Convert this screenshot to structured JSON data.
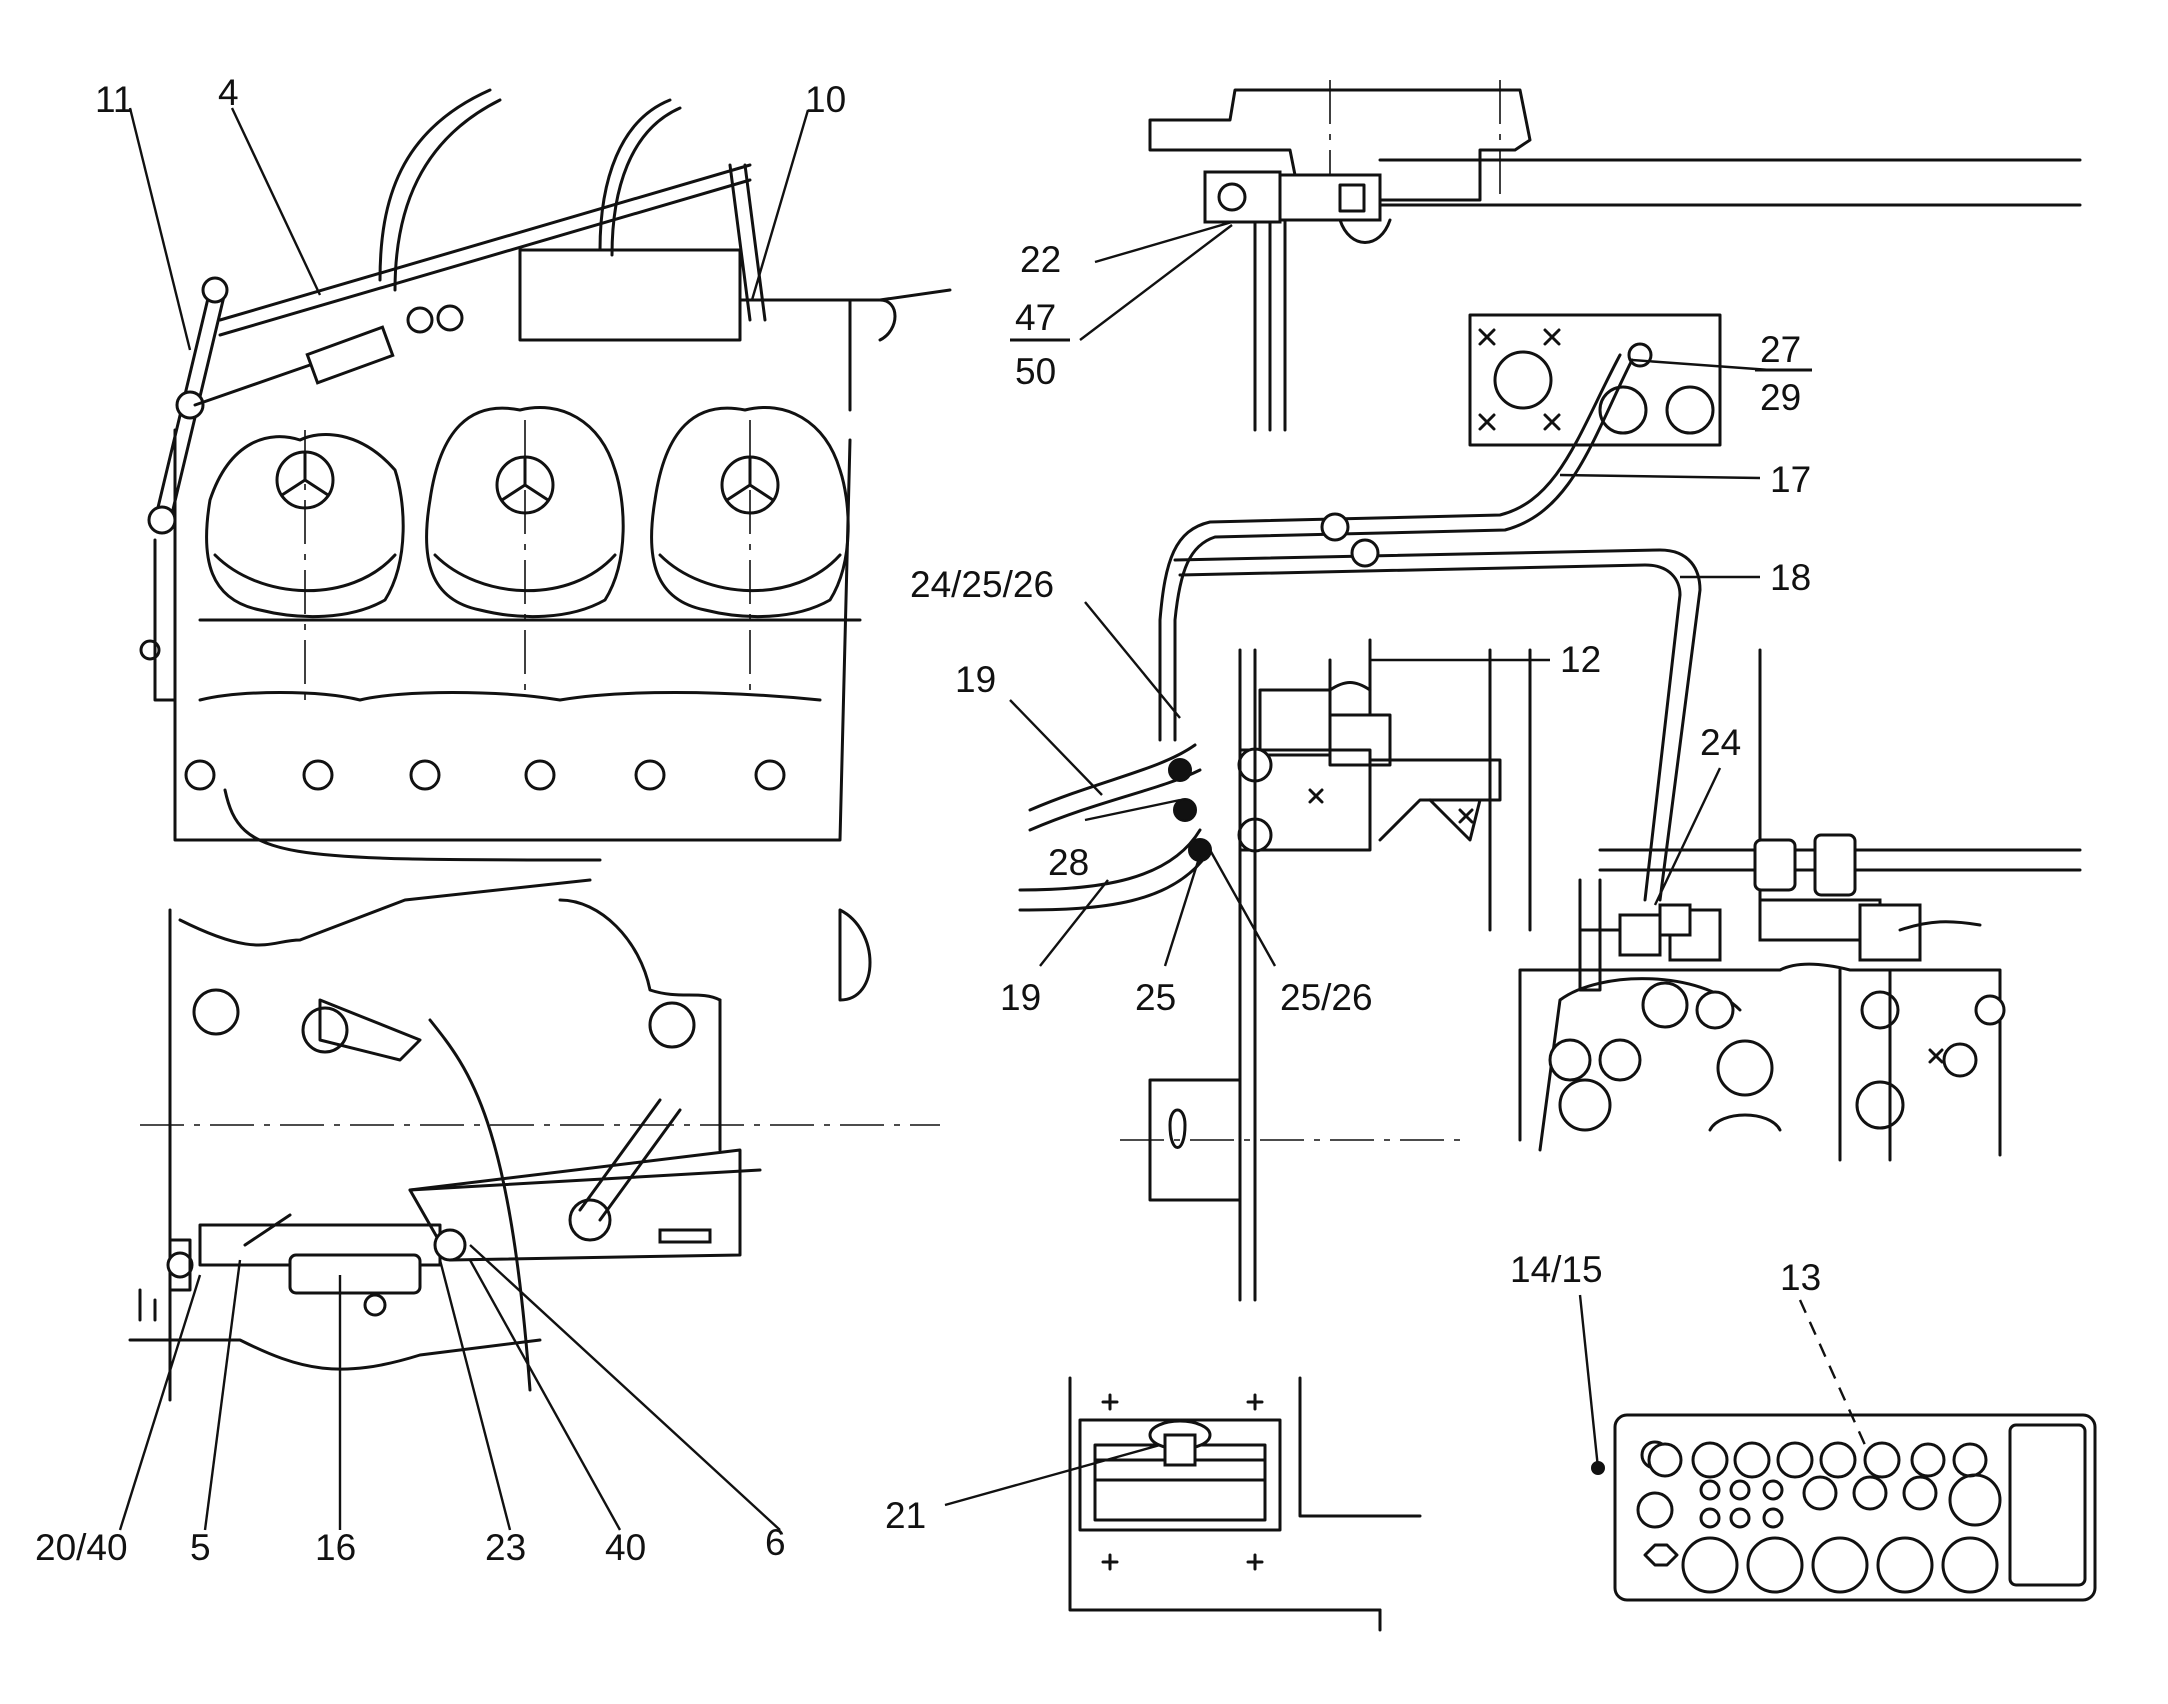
{
  "callouts": {
    "c11": "11",
    "c4": "4",
    "c10": "10",
    "c22": "22",
    "c47": "47",
    "c50": "50",
    "c27": "27",
    "c29": "29",
    "c17": "17",
    "c18": "18",
    "c24_25_26": "24/25/26",
    "c12": "12",
    "c19a": "19",
    "c24": "24",
    "c28": "28",
    "c19b": "19",
    "c25": "25",
    "c25_26": "25/26",
    "c14_15": "14/15",
    "c13": "13",
    "c21": "21",
    "c20_40": "20/40",
    "c5": "5",
    "c16": "16",
    "c23": "23",
    "c40": "40",
    "c6": "6"
  },
  "colors": {
    "line": "#111111",
    "background": "#ffffff"
  }
}
